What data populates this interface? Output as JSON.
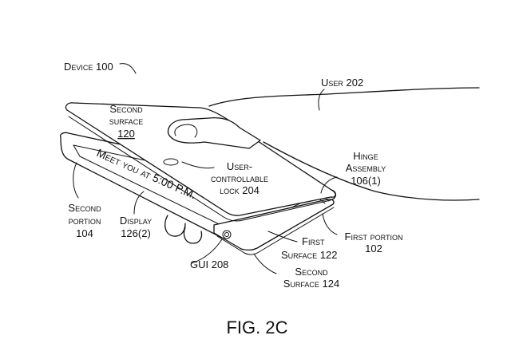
{
  "labels": {
    "device": "Device 100",
    "user": "User 202",
    "second_surface_1": "Second",
    "second_surface_2": "surface",
    "second_surface_3": "120",
    "lock_1": "User-",
    "lock_2": "controllable",
    "lock_3": "lock 204",
    "hinge_1": "Hinge",
    "hinge_2": "Assembly",
    "hinge_3": "106(1)",
    "second_portion_1": "Second",
    "second_portion_2": "portion",
    "second_portion_3": "104",
    "display_1": "Display",
    "display_2": "126(2)",
    "first_portion_1": "First portion",
    "first_portion_2": "102",
    "first_surface_1": "First",
    "first_surface_2": "Surface 122",
    "gui": "GUI 208",
    "second_surface_b_1": "Second",
    "second_surface_b_2": "Surface 124",
    "screen_text": "Meet you at 5:00 P.M."
  },
  "caption": "FIG. 2C"
}
